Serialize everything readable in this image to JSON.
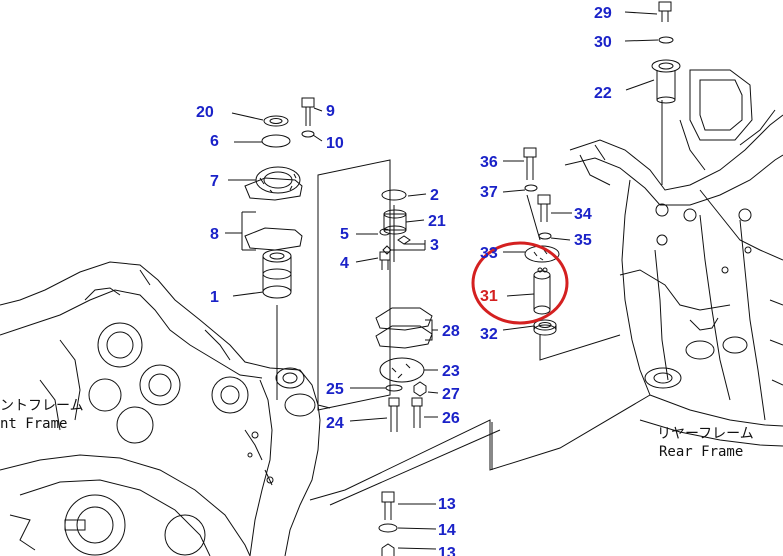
{
  "colors": {
    "label": "#1a22c8",
    "highlight": "#d42020",
    "line": "#111111"
  },
  "frames": {
    "front_jp": "ントフレーム",
    "front_en": "nt Frame",
    "rear_jp": "リヤーフレーム",
    "rear_en": "Rear Frame"
  },
  "callouts": [
    {
      "id": "c1",
      "text": "1"
    },
    {
      "id": "c2",
      "text": "2"
    },
    {
      "id": "c3",
      "text": "3"
    },
    {
      "id": "c4",
      "text": "4"
    },
    {
      "id": "c5",
      "text": "5"
    },
    {
      "id": "c6",
      "text": "6"
    },
    {
      "id": "c7",
      "text": "7"
    },
    {
      "id": "c8",
      "text": "8"
    },
    {
      "id": "c9",
      "text": "9"
    },
    {
      "id": "c10",
      "text": "10"
    },
    {
      "id": "c13a",
      "text": "13"
    },
    {
      "id": "c13b",
      "text": "13"
    },
    {
      "id": "c14",
      "text": "14"
    },
    {
      "id": "c20",
      "text": "20"
    },
    {
      "id": "c21",
      "text": "21"
    },
    {
      "id": "c22",
      "text": "22"
    },
    {
      "id": "c23",
      "text": "23"
    },
    {
      "id": "c24",
      "text": "24"
    },
    {
      "id": "c25",
      "text": "25"
    },
    {
      "id": "c26",
      "text": "26"
    },
    {
      "id": "c27",
      "text": "27"
    },
    {
      "id": "c28",
      "text": "28"
    },
    {
      "id": "c29",
      "text": "29"
    },
    {
      "id": "c30",
      "text": "30"
    },
    {
      "id": "c31",
      "text": "31",
      "highlight": true
    },
    {
      "id": "c32",
      "text": "32"
    },
    {
      "id": "c33",
      "text": "33"
    },
    {
      "id": "c34",
      "text": "34"
    },
    {
      "id": "c35",
      "text": "35"
    },
    {
      "id": "c36",
      "text": "36"
    },
    {
      "id": "c37",
      "text": "37"
    }
  ]
}
